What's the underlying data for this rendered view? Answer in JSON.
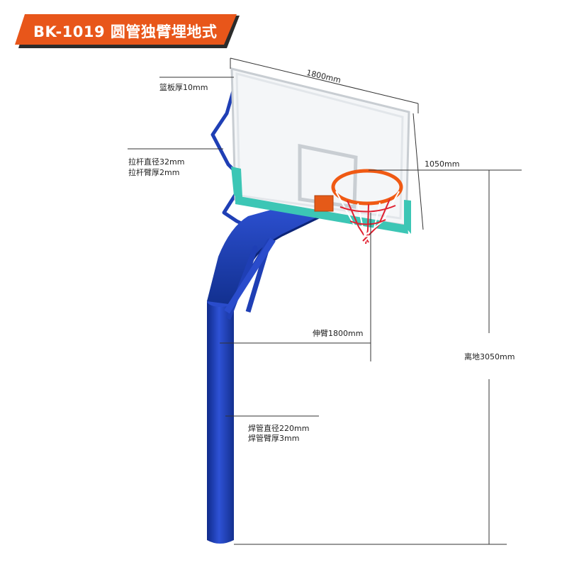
{
  "header": {
    "title": "BK-1019  圆管独臂埋地式",
    "accent_color": "#e8561a"
  },
  "colors": {
    "pole": "#1f3fb5",
    "pad": "#3cc6b5",
    "rim": "#f05a14",
    "net": "#e02030"
  },
  "labels": {
    "board_width": "1800mm",
    "board_thickness": "篮板厚10mm",
    "brace_diameter": "拉杆直径32mm",
    "brace_wall": "拉杆臂厚2mm",
    "board_height": "1050mm",
    "arm_extension": "伸臂1800mm",
    "ground_height": "离地3050mm",
    "pole_diameter": "焊管直径220mm",
    "pole_wall": "焊管臂厚3mm"
  }
}
